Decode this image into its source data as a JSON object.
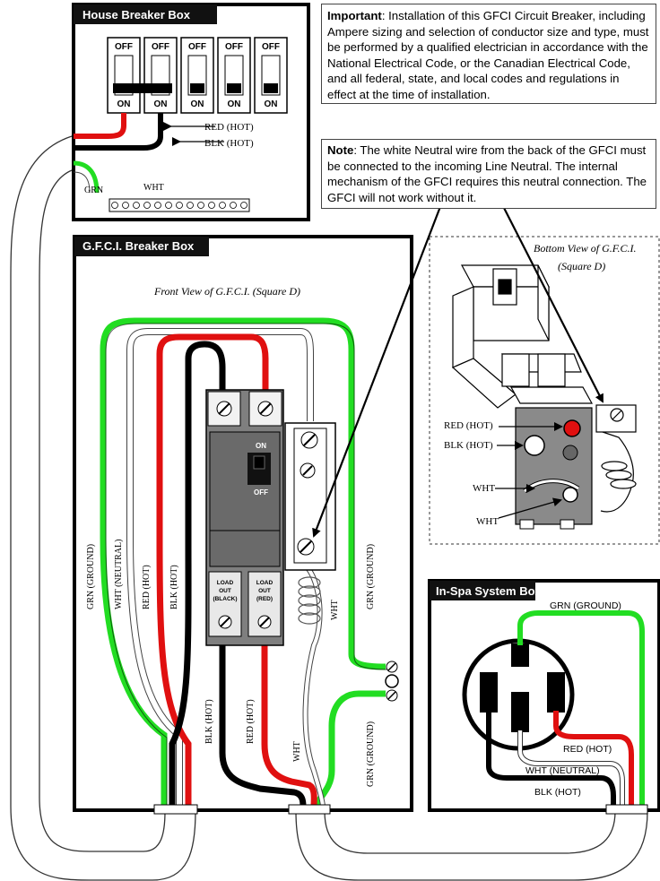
{
  "house_box": {
    "title": "House Breaker Box",
    "switch_off": "OFF",
    "switch_on": "ON",
    "red_hot": "RED (HOT)",
    "blk_hot": "BLK (HOT)",
    "grn": "GRN",
    "wht": "WHT"
  },
  "important_note": {
    "lead": "Important",
    "text": ": Installation of this GFCI Circuit Breaker, including Ampere sizing and selection of conductor size and type, must be performed by a qualified electrician in accordance with the National Electrical Code, or the Canadian Electrical Code, and all federal, state, and local codes and regulations in effect at the time of installation."
  },
  "neutral_note": {
    "lead": "Note",
    "text": ": The white Neutral wire from the back of the GFCI must be connected to the incoming Line Neutral. The internal mechanism of the GFCI requires this neutral connection. The GFCI will not work without it."
  },
  "gfci_box": {
    "title": "G.F.C.I. Breaker Box",
    "front_view": "Front View of G.F.C.I. (Square D)",
    "on": "ON",
    "off": "OFF",
    "load_black": [
      "LOAD",
      "OUT",
      "(BLACK)"
    ],
    "load_red": [
      "LOAD",
      "OUT",
      "(RED)"
    ],
    "left_labels": {
      "grn": "GRN (GROUND)",
      "wht": "WHT (NEUTRAL)",
      "red": "RED (HOT)",
      "blk": "BLK (HOT)"
    },
    "lower_labels": {
      "blk": "BLK (HOT)",
      "red": "RED (HOT)",
      "wht": "WHT"
    },
    "right_labels": {
      "grn_upper": "GRN (GROUND)",
      "wht": "WHT",
      "grn_lower": "GRN (GROUND)"
    }
  },
  "bottom_view": {
    "title_line1": "Bottom View of G.F.C.I.",
    "title_line2": "(Square D)",
    "red_hot": "RED (HOT)",
    "blk_hot": "BLK (HOT)",
    "wht1": "WHT",
    "wht2": "WHT"
  },
  "spa_box": {
    "title": "In-Spa System Box",
    "grn": "GRN (GROUND)",
    "red": "RED (HOT)",
    "wht": "WHT (NEUTRAL)",
    "blk": "BLK (HOT)"
  },
  "colors": {
    "green": "#22dd22",
    "red": "#e01010",
    "black": "#000000",
    "white_wire": "#ffffff",
    "box_bg": "#111111",
    "breaker_gray": "#7f7f7f"
  }
}
